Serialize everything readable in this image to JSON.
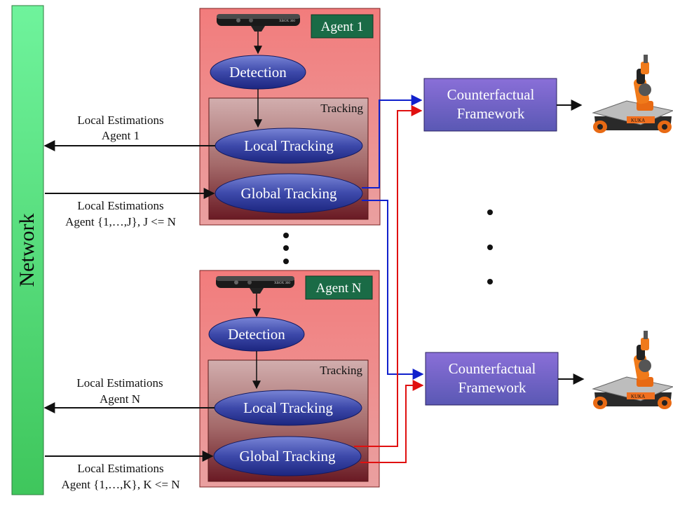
{
  "network": {
    "label": "Network"
  },
  "agents": [
    {
      "title": "Agent 1",
      "detection": "Detection",
      "tracking_label": "Tracking",
      "local_tracking": "Local Tracking",
      "global_tracking": "Global Tracking"
    },
    {
      "title": "Agent N",
      "detection": "Detection",
      "tracking_label": "Tracking",
      "local_tracking": "Local Tracking",
      "global_tracking": "Global Tracking"
    }
  ],
  "edge_labels": {
    "a1_out_line1": "Local Estimations",
    "a1_out_line2": "Agent 1",
    "a1_in_line1": "Local Estimations",
    "a1_in_line2": "Agent {1,…,J}, J <= N",
    "aN_out_line1": "Local Estimations",
    "aN_out_line2": "Agent N",
    "aN_in_line1": "Local Estimations",
    "aN_in_line2": "Agent {1,…,K}, K <= N"
  },
  "frameworks": [
    {
      "line1": "Counterfactual",
      "line2": "Framework"
    },
    {
      "line1": "Counterfactual",
      "line2": "Framework"
    }
  ],
  "sensor_logo": "XBOX 360",
  "robot_logo": "KUKA",
  "colors": {
    "network_fill": "#66dd7a",
    "agent_fill": "#f08a8a",
    "title_fill": "#1a6b46",
    "ellipse_fill": "#3b48a8",
    "framework_fill": "#6a5ab8",
    "blue_line": "#1020cc",
    "red_line": "#e01010"
  }
}
